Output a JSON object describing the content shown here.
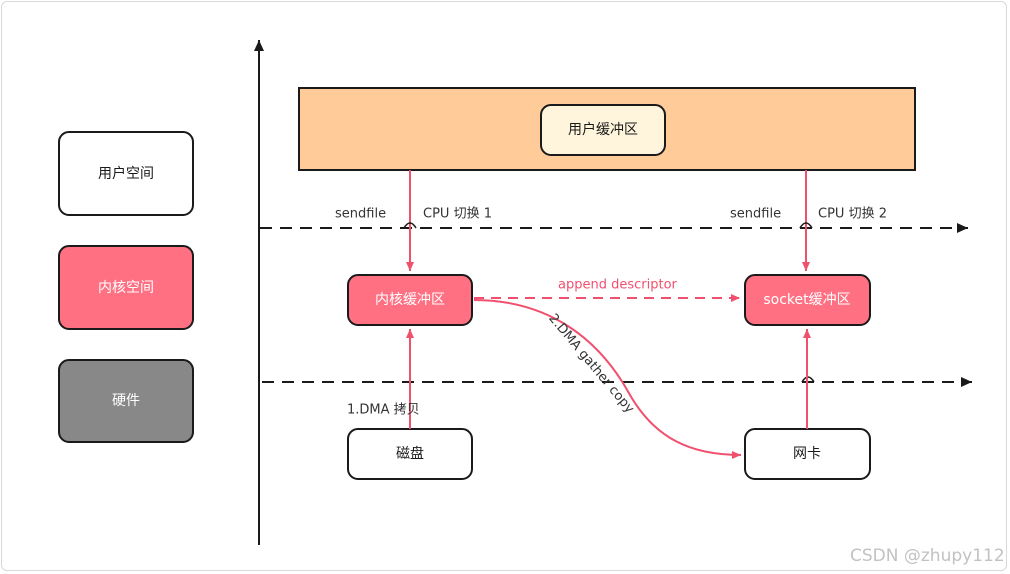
{
  "legend": {
    "user_space": "用户空间",
    "kernel_space": "内核空间",
    "hardware": "硬件"
  },
  "nodes": {
    "user_buffer": "用户缓冲区",
    "kernel_buffer": "内核缓冲区",
    "socket_buffer": "socket缓冲区",
    "disk": "磁盘",
    "nic": "网卡"
  },
  "labels": {
    "sendfile_1": "sendfile",
    "cpu_switch_1": "CPU 切换 1",
    "sendfile_2": "sendfile",
    "cpu_switch_2": "CPU 切换 2",
    "append_descriptor": "append descriptor",
    "dma_copy": "1.DMA 拷贝",
    "dma_gather_copy": "2.DMA gather copy"
  },
  "watermark": "CSDN @zhupy112",
  "colors": {
    "accent_red": "#f0506e",
    "kernel_fill": "#ff7083",
    "user_band_fill": "#ffcc99",
    "user_buffer_fill": "#fff5dc",
    "hardware_fill": "#888888",
    "stroke": "#1a1a1a"
  }
}
